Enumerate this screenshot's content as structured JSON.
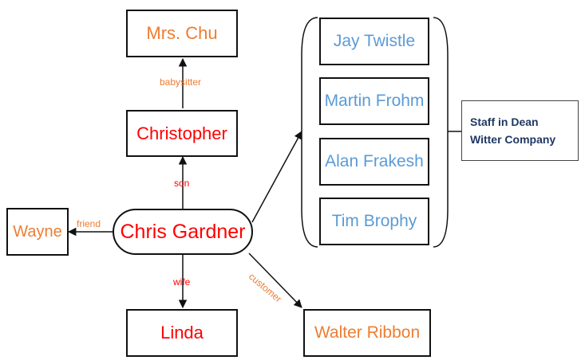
{
  "nodes": {
    "mrs_chu": "Mrs. Chu",
    "christopher": "Christopher",
    "chris_gardner": "Chris Gardner",
    "wayne": "Wayne",
    "linda": "Linda",
    "walter_ribbon": "Walter Ribbon",
    "staff": [
      "Jay Twistle",
      "Martin Frohm",
      "Alan Frakesh",
      "Tim Brophy"
    ],
    "staff_group_label": "Staff in Dean Witter Company"
  },
  "edges": {
    "babysitter": "babysitter",
    "son": "son",
    "friend": "friend",
    "wife": "wife",
    "customer": "customer"
  },
  "colors": {
    "orange": "#ed7d31",
    "red": "#ff0000",
    "blue": "#5b9bd5",
    "navy": "#1f3864",
    "line": "#111111"
  }
}
